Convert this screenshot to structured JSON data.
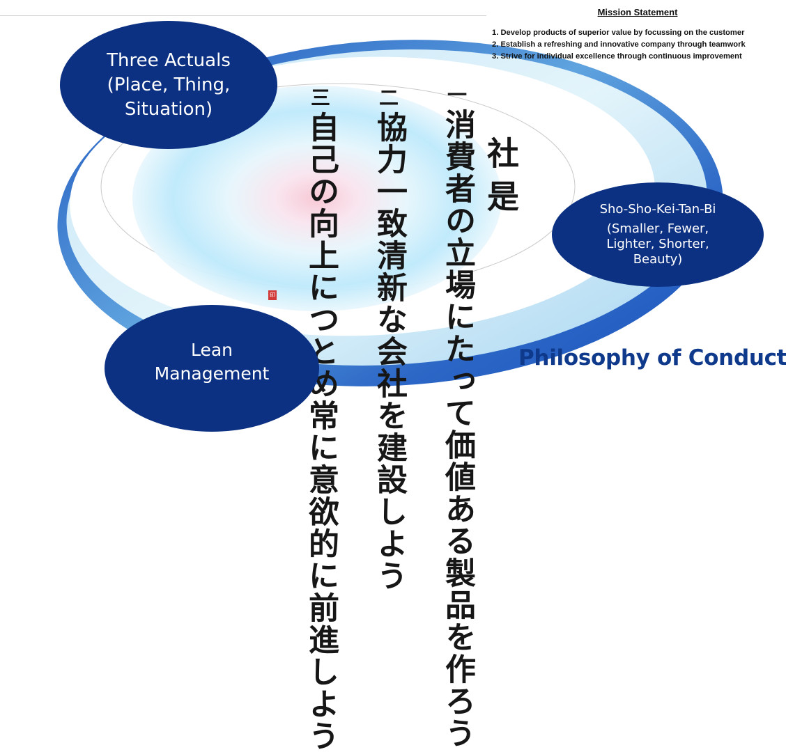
{
  "mission": {
    "title": "Mission Statement",
    "items": [
      "1. Develop products of superior value by focussing on the customer",
      "2. Establish a refreshing and innovative company through teamwork",
      "3. Strive for individual excellence through continuous improvement"
    ]
  },
  "bubbles": {
    "three_actuals": {
      "line1": "Three Actuals",
      "line2": "(Place, Thing,",
      "line3": "Situation)"
    },
    "lean": {
      "line1": "Lean",
      "line2": "Management"
    },
    "sho": {
      "title": "Sho-Sho-Kei-Tan-Bi",
      "line1": "(Smaller, Fewer,",
      "line2": "Lighter, Shorter,",
      "line3": "Beauty)"
    }
  },
  "philosophy_label": "Philosophy of Conduct",
  "calligraphy": {
    "title": "社是",
    "items": [
      {
        "num": "一",
        "text": "消費者の立場にたって価値ある製品を作ろう"
      },
      {
        "num": "二",
        "text": "協力一致清新な会社を建設しよう"
      },
      {
        "num": "三",
        "text": "自己の向上につとめ常に意欲的に前進しよう"
      }
    ],
    "seal": "印"
  },
  "colors": {
    "bubble": "#0d3182",
    "ring_outer": "#1d55bd",
    "ring_inner": "#c7e6f7",
    "glow_center": "#f7c6d3",
    "glow_mid": "#bde9fb",
    "heading": "#0f3a8c"
  }
}
